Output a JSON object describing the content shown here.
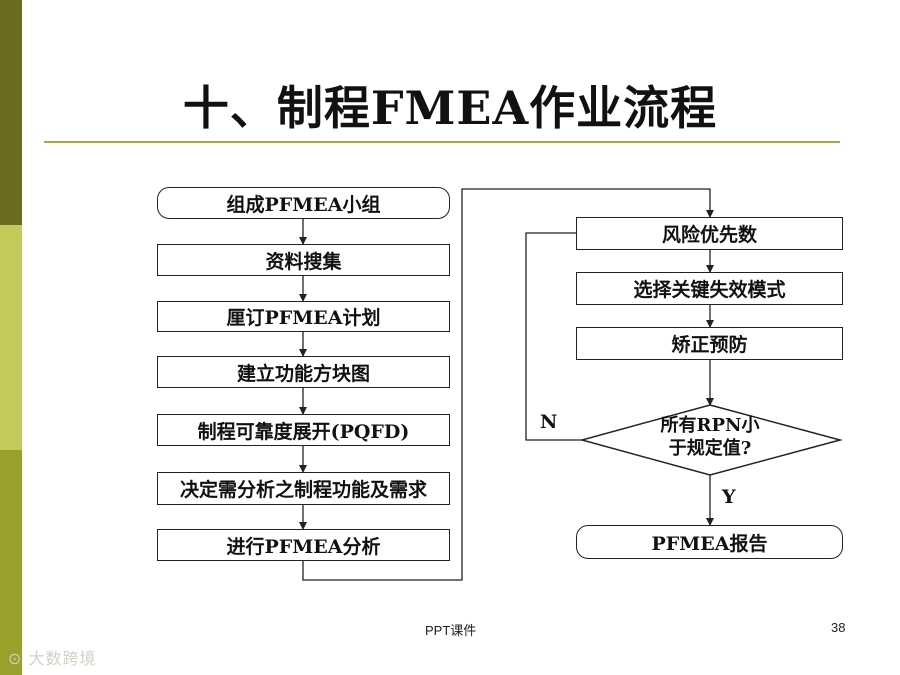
{
  "title": "十、制程FMEA作业流程",
  "left_column": [
    "组成PFMEA小组",
    "资料搜集",
    "厘订PFMEA计划",
    "建立功能方块图",
    "制程可靠度展开(PQFD)",
    "决定需分析之制程功能及需求",
    "进行PFMEA分析"
  ],
  "right_column": [
    "风险优先数",
    "选择关键失效模式",
    "矫正预防"
  ],
  "decision": {
    "line1": "所有RPN小",
    "line2": "于规定值?"
  },
  "end_box": "PFMEA报告",
  "labels": {
    "no": "N",
    "yes": "Y"
  },
  "footer": {
    "center": "PPT课件",
    "page": "38"
  },
  "watermark": "大数跨境",
  "colors": {
    "bar_top": "#6b6b1f",
    "bar_middle": "#c5c95a",
    "bar_bottom": "#9aa02a",
    "rule": "#a9a54a"
  }
}
